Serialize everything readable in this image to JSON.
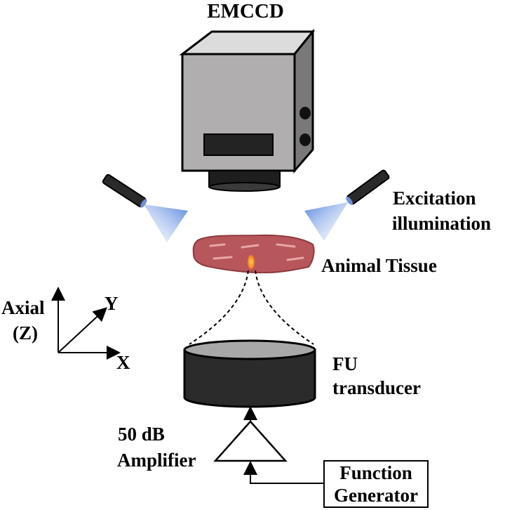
{
  "labels": {
    "camera": "EMCCD",
    "illumination_line1": "Excitation",
    "illumination_line2": "illumination",
    "tissue": "Animal Tissue",
    "axis_z_line1": "Axial",
    "axis_z_line2": "(Z)",
    "axis_y": "Y",
    "axis_x": "X",
    "transducer_line1": "FU",
    "transducer_line2": "transducer",
    "amplifier_line1": "50 dB",
    "amplifier_line2": "Amplifier",
    "generator_line1": "Function",
    "generator_line2": "Generator"
  },
  "colors": {
    "camera_front": "#b0aeae",
    "camera_top": "#dcdcdc",
    "camera_side": "#7a7878",
    "camera_window": "#232323",
    "lens": "#1e1e1e",
    "flashlight": "#2a2a2a",
    "light_beam": "#7fa4e6",
    "tissue": "#b8575b",
    "tissue_highlight": "#e6a6a8",
    "focal_spot": "#f07a1a",
    "transducer_body": "#2b2b2b",
    "transducer_top": "#a8a8a8",
    "line": "#000000"
  }
}
